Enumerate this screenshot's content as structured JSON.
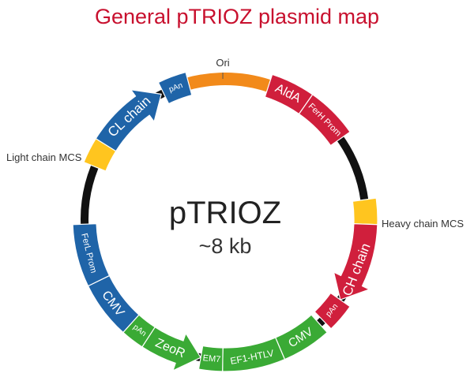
{
  "title": "General pTRIOZ plasmid map",
  "plasmid": {
    "name": "pTRIOZ",
    "size": "~8 kb"
  },
  "callouts": {
    "ori": "Ori",
    "light_mcs": "Light chain MCS",
    "heavy_mcs": "Heavy chain MCS"
  },
  "labels": {
    "ald_a": "AldA",
    "ferh_prom": "FerH Prom",
    "ch_chain": "CH chain",
    "pan_red": "pAn",
    "cmv_green": "CMV",
    "ef1_htlv": "EF1-HTLV",
    "em7": "EM7",
    "zeor": "ZeoR",
    "pan_green": "pAn",
    "cmv_blue": "CMV",
    "ferl_prom": "FerL Prom",
    "cl_chain": "CL chain",
    "pan_blue": "pAn"
  },
  "colors": {
    "title": "#c8102e",
    "backbone": "#111111",
    "ori": "#f28a1a",
    "red": "#d01f3c",
    "green": "#3aaa35",
    "blue": "#1f64a8",
    "mcs": "#ffc51f",
    "text": "#333333"
  }
}
